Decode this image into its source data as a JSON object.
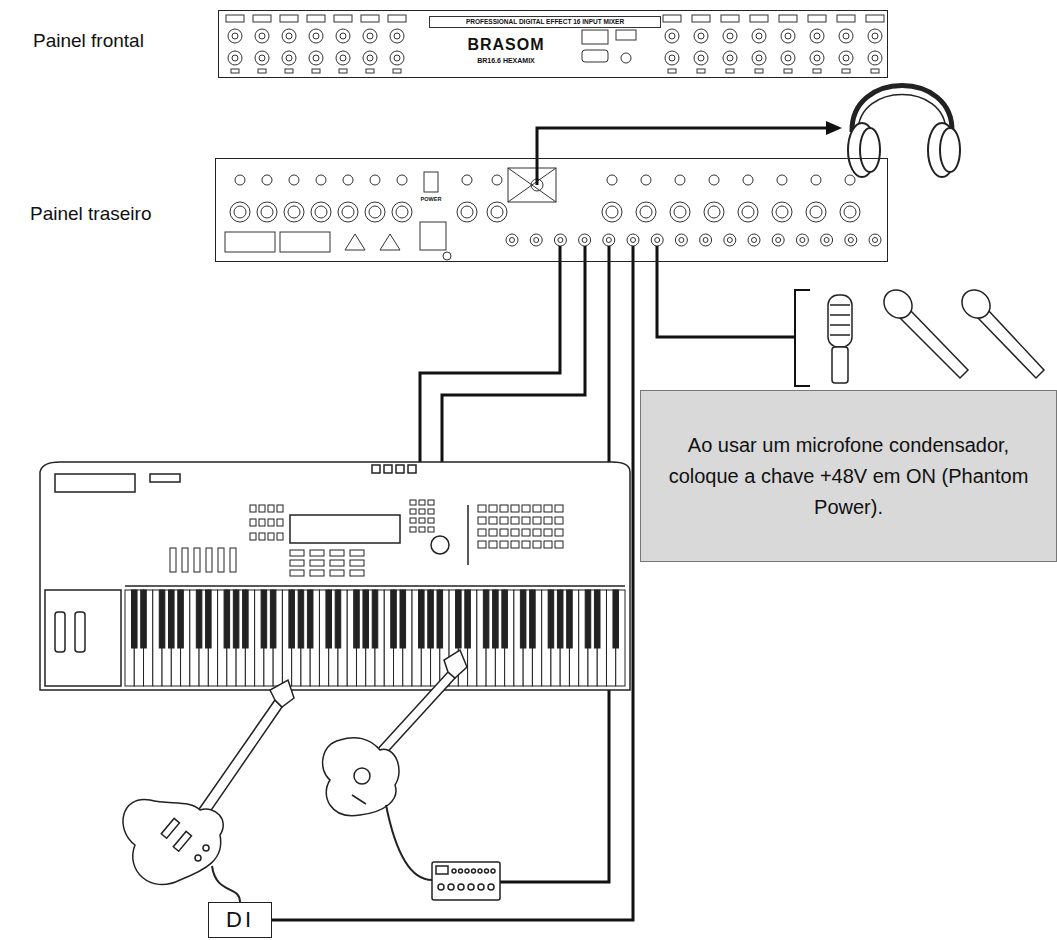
{
  "diagram": {
    "nodes": [
      {
        "text": [
          "PROFESSIONAL DIGITAL EFFECT 16 INPUT MIXER",
          "BRASOM",
          "BR16.6 HEXAMIX"
        ]
      },
      {
        "text": [
          "POWER"
        ]
      },
      {
        "text": [
          "Ao usar um microfone condensador, coloque a chave +48V em ON (Phantom Power)."
        ]
      },
      {
        "text": [
          "DI"
        ]
      }
    ],
    "edges": [
      {
        "from": 3,
        "to": 1,
        "arrow": "none"
      }
    ],
    "labels": [
      "Painel frontal",
      "Painel traseiro"
    ]
  }
}
